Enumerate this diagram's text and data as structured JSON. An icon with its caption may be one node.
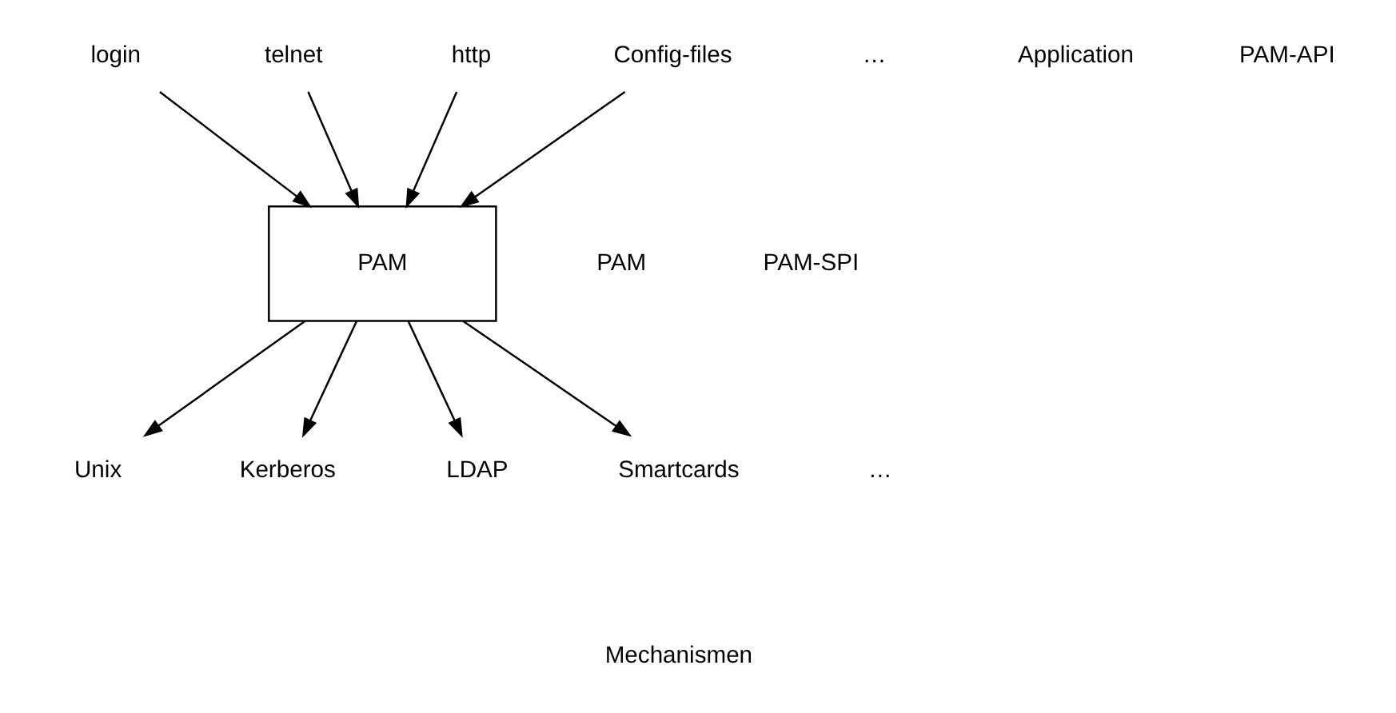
{
  "diagram": {
    "nodes": [
      {
        "text": [
          "login"
        ]
      },
      {
        "text": [
          "telnet"
        ]
      },
      {
        "text": [
          "http"
        ]
      },
      {
        "text": [
          "Config-files"
        ]
      },
      {
        "text": [
          "PAM"
        ]
      },
      {
        "text": [
          "Unix"
        ]
      },
      {
        "text": [
          "Kerberos"
        ]
      },
      {
        "text": [
          "LDAP"
        ]
      },
      {
        "text": [
          "Smartcards"
        ]
      }
    ],
    "edges": [
      {
        "from": 0,
        "to": 4,
        "arrow": "to"
      },
      {
        "from": 1,
        "to": 4,
        "arrow": "to"
      },
      {
        "from": 2,
        "to": 4,
        "arrow": "to"
      },
      {
        "from": 3,
        "to": 4,
        "arrow": "to"
      },
      {
        "from": 4,
        "to": 5,
        "arrow": "to"
      },
      {
        "from": 4,
        "to": 6,
        "arrow": "to"
      },
      {
        "from": 4,
        "to": 7,
        "arrow": "to"
      },
      {
        "from": 4,
        "to": 8,
        "arrow": "to"
      }
    ],
    "labels": [
      "…",
      "Application",
      "PAM-API",
      "PAM",
      "PAM-SPI",
      "…",
      "Mechanismen"
    ]
  }
}
